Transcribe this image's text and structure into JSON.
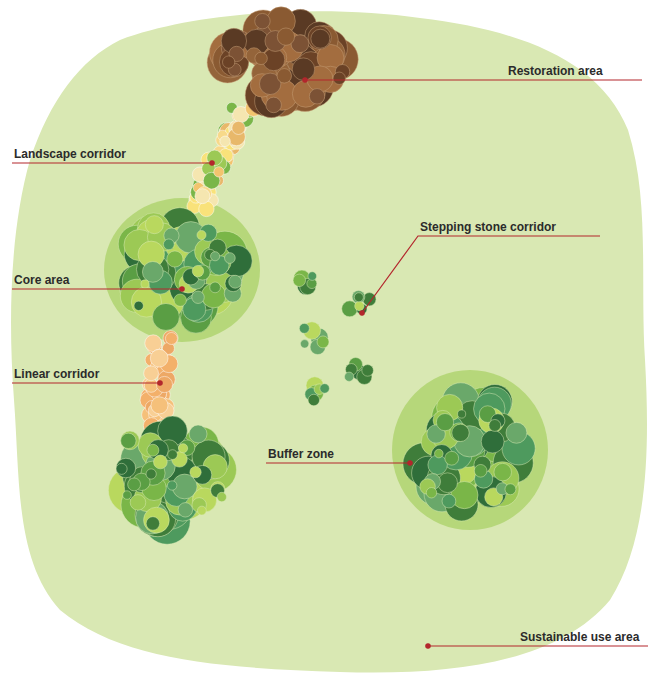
{
  "diagram": {
    "labels": [
      "Restoration area",
      "Landscape corridor",
      "Core area",
      "Linear corridor",
      "Stepping stone corridor",
      "Buffer zone",
      "Sustainable use area"
    ]
  }
}
